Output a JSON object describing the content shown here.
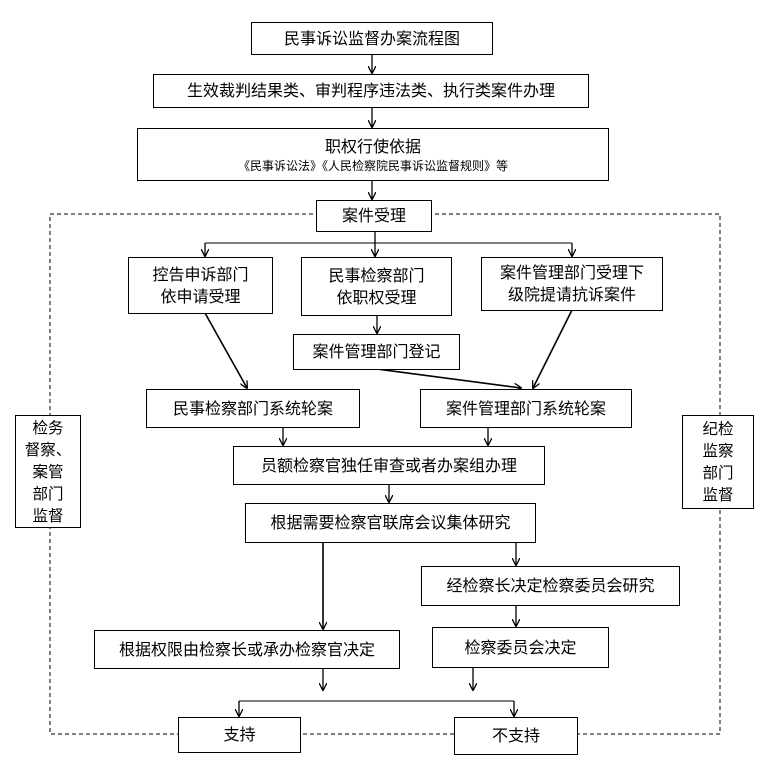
{
  "nodes": {
    "title": "民事诉讼监督办案流程图",
    "scope": "生效裁判结果类、审判程序违法类、执行类案件办理",
    "basis_title": "职权行使依据",
    "basis_refs": "《民事诉讼法》《人民检察院民事诉讼监督规则》等",
    "acceptance": "案件受理",
    "complaint_line1": "控告申诉部门",
    "complaint_line2": "依申请受理",
    "civil_line1": "民事检察部门",
    "civil_line2": "依职权受理",
    "casemgmt_line1": "案件管理部门受理下",
    "casemgmt_line2": "级院提请抗诉案件",
    "registration": "案件管理部门登记",
    "civil_rotation": "民事检察部门系统轮案",
    "casemgmt_rotation": "案件管理部门系统轮案",
    "review": "员额检察官独任审查或者办案组办理",
    "joint_meeting": "根据需要检察官联席会议集体研究",
    "committee_study": "经检察长决定检察委员会研究",
    "authority_decision": "根据权限由检察长或承办检察官决定",
    "committee_decision": "检察委员会决定",
    "support": "支持",
    "not_support": "不支持",
    "left_side": [
      "检务",
      "督察、",
      "案管",
      "部门",
      "监督"
    ],
    "right_side": [
      "纪检",
      "监察",
      "部门",
      "监督"
    ]
  }
}
